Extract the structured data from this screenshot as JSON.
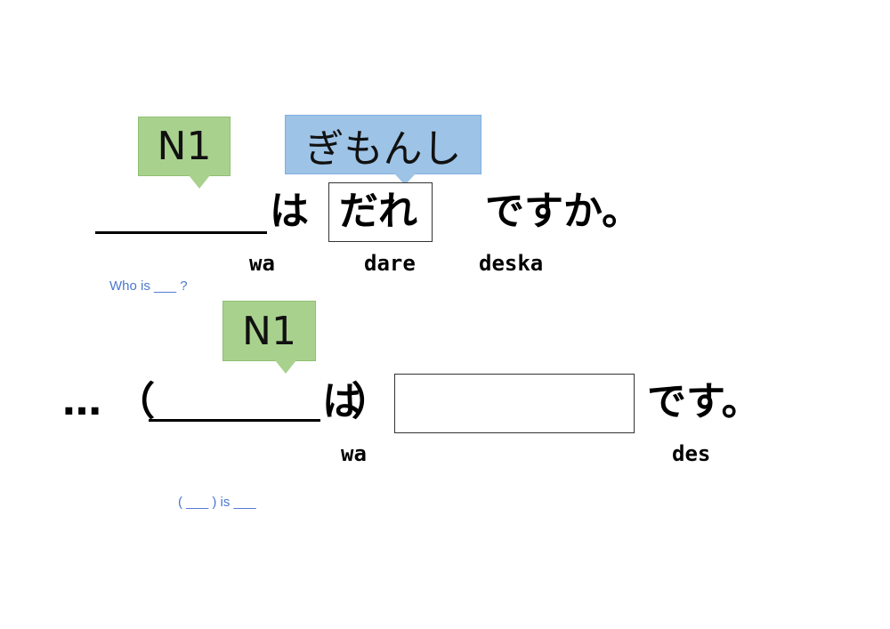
{
  "sentence1": {
    "label_n1": "N1",
    "label_interrogative": "ぎもんし",
    "particle": "は",
    "question_word": "だれ",
    "ending": "ですか。",
    "romaji": {
      "wa": "wa",
      "dare": "dare",
      "deska": "deska"
    },
    "translation": "Who is ___ ?"
  },
  "sentence2": {
    "label_n1": "N1",
    "ellipsis": "…",
    "open_paren": "（",
    "particle": "は",
    "close_paren": "）",
    "ending": "です。",
    "romaji": {
      "wa": "wa",
      "des": "des"
    },
    "translation": "( ___ ) is ___"
  }
}
